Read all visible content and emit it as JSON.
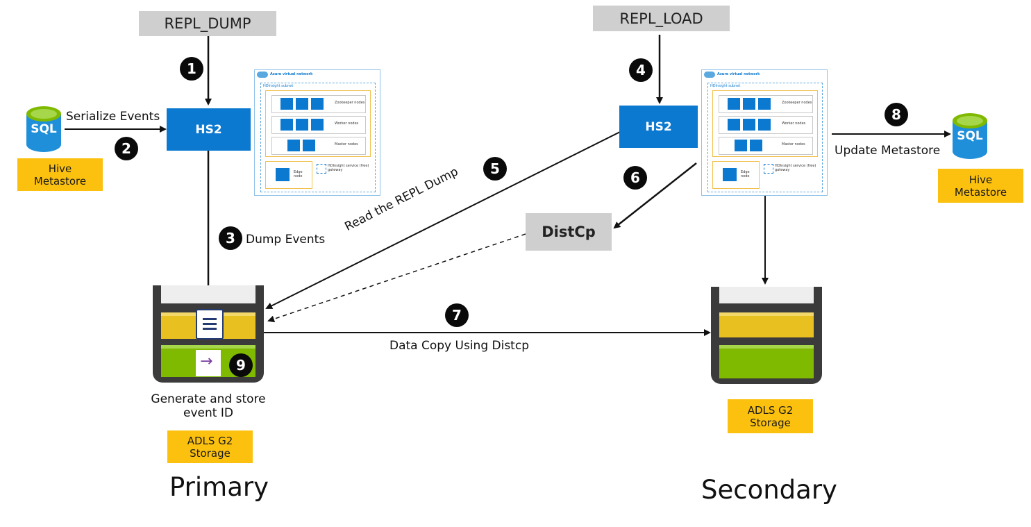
{
  "labels": {
    "repl_dump": "REPL_DUMP",
    "repl_load": "REPL_LOAD",
    "hs2_primary": "HS2",
    "hs2_secondary": "HS2",
    "distcp": "DistCp",
    "sql_left": "SQL",
    "sql_right": "SQL",
    "hive_metastore_left_line1": "Hive",
    "hive_metastore_left_line2": "Metastore",
    "hive_metastore_right_line1": "Hive",
    "hive_metastore_right_line2": "Metastore",
    "adls_primary_line1": "ADLS G2",
    "adls_primary_line2": "Storage",
    "adls_secondary_line1": "ADLS G2",
    "adls_secondary_line2": "Storage",
    "serialize_events": "Serialize Events",
    "dump_events": "Dump Events",
    "read_repl_dump": "Read the REPL Dump",
    "data_copy": "Data Copy Using Distcp",
    "update_metastore": "Update Metastore",
    "generate_line1": "Generate and store",
    "generate_line2": "event ID",
    "primary": "Primary",
    "secondary": "Secondary"
  },
  "badges": {
    "b1": "1",
    "b2": "2",
    "b3": "3",
    "b4": "4",
    "b5": "5",
    "b6": "6",
    "b7": "7",
    "b8": "8",
    "b9": "9"
  },
  "vnet": {
    "title": "Azure virtual network",
    "subnet": "HDInsight subnet",
    "zookeeper": "Zookeeper nodes",
    "worker": "Worker nodes",
    "master": "Master nodes",
    "edge": "Edge node",
    "gateway": "HDInsight service (free) gateway"
  },
  "colors": {
    "hs2_blue": "#0b79d0",
    "sql_blue": "#1e8fd8",
    "sql_green": "#7fba00",
    "metastore_yellow": "#fcc10f",
    "bucket_dark": "#3b3b3b",
    "bucket_yellow": "#e8c020",
    "bucket_green": "#7fba00"
  }
}
